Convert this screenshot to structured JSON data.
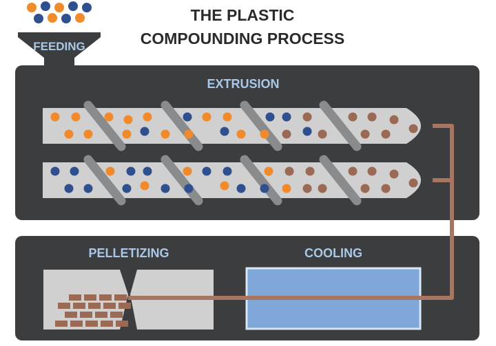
{
  "title": {
    "line1": "THE PLASTIC",
    "line2": "COMPOUNDING PROCESS"
  },
  "stages": {
    "feeding": "FEEDING",
    "extrusion": "EXTRUSION",
    "pelletizing": "PELLETIZING",
    "cooling": "COOLING"
  },
  "colors": {
    "panel": "#3c3d3f",
    "barrel": "#d0d0d1",
    "screw_flight": "#8a8b8d",
    "label_blue": "#a9c8e8",
    "title": "#2b2b2b",
    "material_orange": "#f08a2a",
    "material_blue": "#2f4f8f",
    "compound_brown": "#9a6a54",
    "cooling_bath": "#7ea7d8",
    "pipe": "#a87560"
  }
}
